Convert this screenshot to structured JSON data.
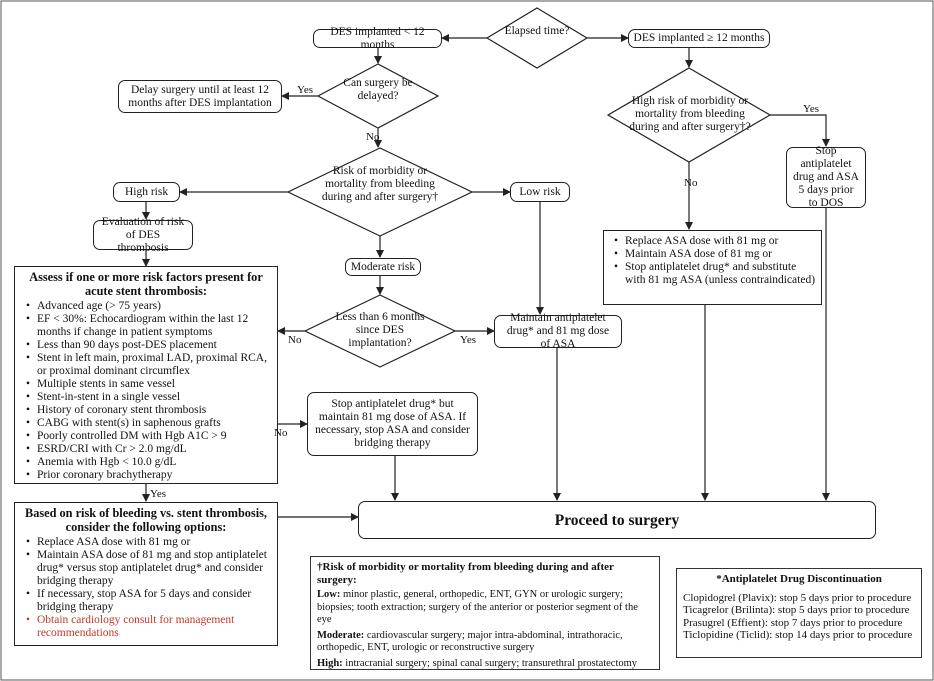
{
  "nodes": {
    "elapsed": "Elapsed time?",
    "des_lt12": "DES implanted < 12 months",
    "des_ge12": "DES implanted ≥ 12 months",
    "can_delay": "Can surgery be delayed?",
    "delay_surgery": "Delay surgery until at least 12 months after DES implantation",
    "risk_bleed": "Risk of morbidity or mortality from bleeding during and after surgery†",
    "high_risk": "High risk",
    "low_risk": "Low risk",
    "moderate_risk": "Moderate risk",
    "eval_risk": "Evaluation of risk of DES thrombosis",
    "less6": "Less than 6 months since DES implantation?",
    "maintain_antiplatelet": "Maintain antiplatelet drug* and 81 mg dose of ASA",
    "stop_antiplatelet_box": "Stop antiplatelet drug* but maintain 81 mg dose of ASA. If necessary, stop ASA and consider bridging therapy",
    "high_risk_bleed12": "High risk of morbidity or mortality from bleeding during and after surgery†?",
    "stop_drug_asa": "Stop antiplatelet drug and ASA 5 days prior to DOS",
    "proceed": "Proceed to surgery"
  },
  "assess": {
    "title": "Assess if one or more risk factors present for acute stent thrombosis:",
    "items": [
      "Advanced age (> 75 years)",
      "EF < 30%: Echocardiogram within the last 12 months if change in patient symptoms",
      "Less than 90 days post-DES placement",
      "Stent in left main, proximal LAD, proximal RCA, or proximal dominant circumflex",
      "Multiple stents in same vessel",
      "Stent-in-stent in a single vessel",
      "History of coronary stent thrombosis",
      "CABG with stent(s) in saphenous grafts",
      "Poorly controlled DM with Hgb A1C > 9",
      "ESRD/CRI with Cr > 2.0 mg/dL",
      "Anemia with Hgb < 10.0 g/dL",
      "Prior coronary brachytherapy"
    ]
  },
  "options12": {
    "items": [
      "Replace ASA dose with 81 mg or",
      "Maintain ASA dose of 81 mg or",
      "Stop antiplatelet drug* and substitute with 81 mg ASA (unless contraindicated)"
    ]
  },
  "based": {
    "title": "Based on risk of bleeding vs. stent thrombosis, consider the following options:",
    "items": [
      "Replace ASA dose with 81 mg or",
      "Maintain ASA dose of 81 mg and stop antiplatelet drug* versus stop antiplatelet drug* and consider bridging therapy",
      "If necessary, stop ASA for 5 days and consider bridging therapy"
    ],
    "red_item": "Obtain cardiology consult for management recommendations"
  },
  "edges": {
    "yes": "Yes",
    "no": "No"
  },
  "risk_legend": {
    "title": "†Risk of morbidity or mortality from bleeding during and after surgery:",
    "low_label": "Low:",
    "low_text": "minor plastic, general, orthopedic, ENT, GYN or urologic surgery; biopsies; tooth extraction; surgery of the anterior or posterior segment of the eye",
    "moderate_label": "Moderate:",
    "moderate_text": "cardiovascular surgery; major intra-abdominal, intrathoracic, orthopedic, ENT, urologic or reconstructive surgery",
    "high_label": "High:",
    "high_text": "intracranial surgery; spinal canal surgery; transurethral prostatectomy"
  },
  "drug_legend": {
    "title": "*Antiplatelet Drug Discontinuation",
    "items": [
      "Clopidogrel (Plavix): stop 5 days prior to procedure",
      "Ticagrelor (Brilinta): stop 5 days prior to procedure",
      "Prasugrel (Effient): stop 7 days prior to procedure",
      "Ticlopidine (Ticlid): stop 14 days prior to procedure"
    ]
  },
  "colors": {
    "line": "#222222",
    "red_text": "#c0392b"
  }
}
